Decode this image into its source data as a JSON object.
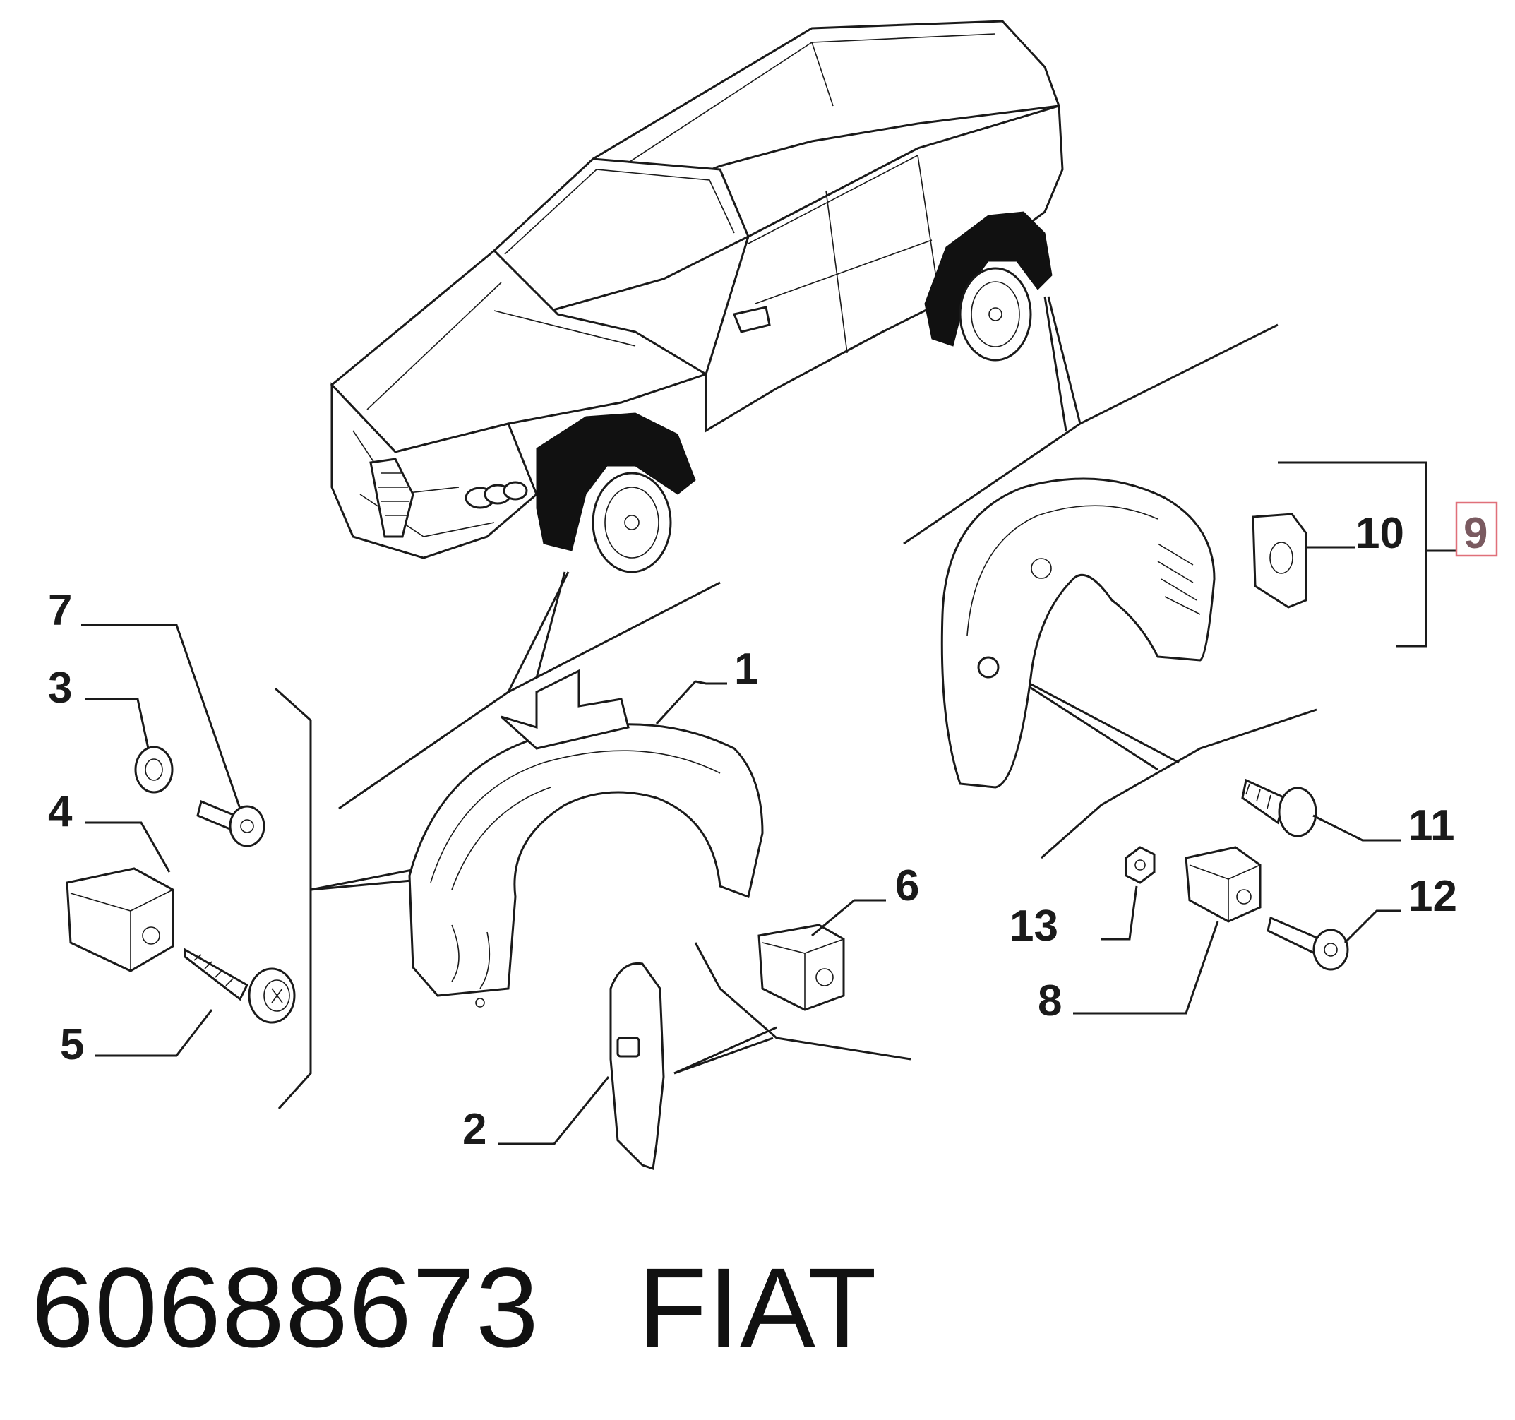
{
  "callouts": {
    "c1": "1",
    "c2": "2",
    "c3": "3",
    "c4": "4",
    "c5": "5",
    "c6": "6",
    "c7": "7",
    "c8": "8",
    "c9": "9",
    "c10": "10",
    "c11": "11",
    "c12": "12",
    "c13": "13"
  },
  "highlight": {
    "callout": "9",
    "color": "#e0707a"
  },
  "footer": {
    "part_number": "60688673",
    "brand": "FIAT"
  }
}
